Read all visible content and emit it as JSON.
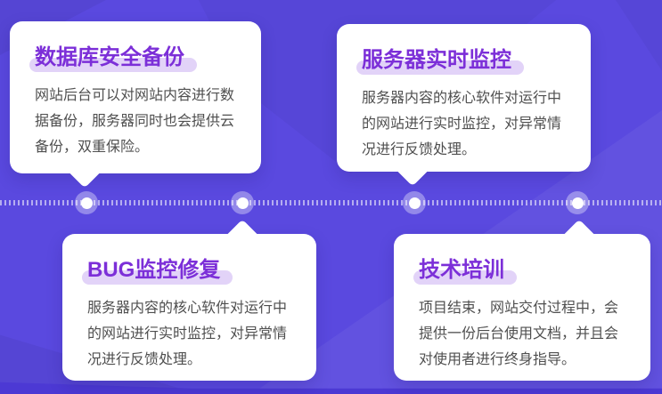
{
  "theme": {
    "bg": "#5a49df",
    "bg_strip": "#4c39d4",
    "card_bg": "#ffffff",
    "title_color": "#7c2fd8",
    "title_highlight": "#e2d3f8",
    "body_color": "#4f4f4f",
    "node_ring": "rgba(255,255,255,0.35)",
    "node_dot": "#ffffff",
    "dash_color": "rgba(255,255,255,0.55)"
  },
  "cards": [
    {
      "id": "database-backup",
      "title": "数据库安全备份",
      "lines": [
        "网站后台可以对网站内容进行数",
        "据备份，服务器同时也会提供云",
        "备份，双重保险。"
      ]
    },
    {
      "id": "server-monitoring",
      "title": "服务器实时监控",
      "lines": [
        "服务器内容的核心软件对运行中",
        "的网站进行实时监控，对异常情",
        "况进行反馈处理。"
      ]
    },
    {
      "id": "bug-monitoring-repair",
      "title": "BUG监控修复",
      "lines": [
        "服务器内容的核心软件对运行中",
        "的网站进行实时监控，对异常情",
        "况进行反馈处理。"
      ]
    },
    {
      "id": "technical-training",
      "title": "技术培训",
      "lines": [
        "项目结束，网站交付过程中，会",
        "提供一份后台使用文档，并且会",
        "对使用者进行终身指导。"
      ]
    }
  ]
}
